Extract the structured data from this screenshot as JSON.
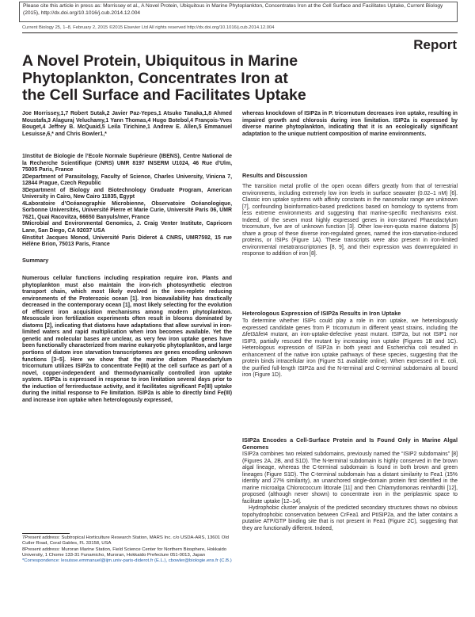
{
  "citation_notice": "Please cite this article in press as: Morrissey et al., A Novel Protein, Ubiquitous in Marine Phytoplankton, Concentrates Iron at the Cell Surface and Facilitates Uptake, Current Biology (2015), http://dx.doi.org/10.1016/j.cub.2014.12.004",
  "journal_line": "Current Biology 25, 1–8, February 2, 2015 ©2015 Elsevier Ltd All rights reserved    http://dx.doi.org/10.1016/j.cub.2014.12.004",
  "article_type": "Report",
  "title": "A Novel Protein, Ubiquitous in Marine Phytoplankton, Concentrates Iron at the Cell Surface and Facilitates Uptake",
  "authors": "Joe Morrissey,1,7 Robert Sutak,2 Javier Paz-Yepes,1 Atsuko Tanaka,1,8 Ahmed Moustafa,3 Alaguraj Veluchamy,1 Yann Thomas,4 Hugo Botebol,4 François-Yves Bouget,4 Jeffrey B. McQuaid,5 Leila Tirichine,1 Andrew E. Allen,5 Emmanuel Lesuisse,6,* and Chris Bowler1,*",
  "affiliations": [
    "1Institut de Biologie de l’Ecole Normale Supérieure (IBENS), Centre National de la Recherche Scientifique (CNRS) UMR 8197 INSERM U1024, 46 Rue d’Ulm, 75005 Paris, France",
    "2Department of Parasitology, Faculty of Science, Charles University, Vinicna 7, 12844 Prague, Czech Republic",
    "3Department of Biology and Biotechnology Graduate Program, American University in Cairo, New Cairo 11835, Egypt",
    "4Laboratoire d’Océanographie Microbienne, Observatoire Océanologique, Sorbonne Universités, Université Pierre et Marie Curie, Université Paris 06, UMR 7621, Quai Racovitza, 66650 Banyuls/mer, France",
    "5Microbial and Environmental Genomics, J. Craig Venter Institute, Capricorn Lane, San Diego, CA 92037 USA",
    "6Institut Jacques Monod, Université Paris Diderot & CNRS, UMR7592, 15 rue Hélène Brion, 75013 Paris, France"
  ],
  "summary_heading": "Summary",
  "summary": "Numerous cellular functions including respiration require iron. Plants and phytoplankton must also maintain the iron-rich photosynthetic electron transport chain, which most likely evolved in the iron-replete reducing environments of the Proterozoic ocean [1]. Iron bioavailability has drastically decreased in the contemporary ocean [1], most likely selecting for the evolution of efficient iron acquisition mechanisms among modern phytoplankton. Mesoscale iron fertilization experiments often result in blooms dominated by diatoms [2], indicating that diatoms have adaptations that allow survival in iron-limited waters and rapid multiplication when iron becomes available. Yet the genetic and molecular bases are unclear, as very few iron uptake genes have been functionally characterized from marine eukaryotic phytoplankton, and large portions of diatom iron starvation transcriptomes are genes encoding unknown functions [3–5]. Here we show that the marine diatom Phaeodactylum tricornutum utilizes ISIP2a to concentrate Fe(III) at the cell surface as part of a novel, copper-independent and thermodynamically controlled iron uptake system. ISIP2a is expressed in response to iron limitation several days prior to the induction of ferrireductase activity, and it facilitates significant Fe(III) uptake during the initial response to Fe limitation. ISIP2a is able to directly bind Fe(III) and increase iron uptake when heterologously expressed,",
  "footnotes": [
    "7Present address: Subtropical Horticulture Research Station, MARS Inc. c/o USDA-ARS, 13601 Old Cutler Road, Coral Gables, FL 33158, USA",
    "8Present address: Muroran Marine Station, Field Science Center for Northern Biosphere, Hokkaido University, 1 Chome 133-31 Funamicho, Muroran, Hokkaido Prefecture 051-0013, Japan",
    "*Correspondence: lesuisse.emmanuel@ijm.univ-paris-diderot.fr (E.L.), cbowler@biologie.ens.fr (C.B.)"
  ],
  "intro_continuation": "whereas knockdown of ISIP2a in P. tricornutum decreases iron uptake, resulting in impaired growth and chlorosis during iron limitation. ISIP2a is expressed by diverse marine phytoplankton, indicating that it is an ecologically significant adaptation to the unique nutrient composition of marine environments.",
  "results_heading": "Results and Discussion",
  "results_p1": "The transition metal profile of the open ocean differs greatly from that of terrestrial environments, including extremely low iron levels in surface seawater (0.02–1 nM) [6]. Classic iron uptake systems with affinity constants in the nanomolar range are unknown [7], confounding bioinformatics-based predictions based on homology to systems from less extreme environments and suggesting that marine-specific mechanisms exist. Indeed, of the seven most highly expressed genes in iron-starved Phaeodactylum tricornutum, five are of unknown function [3]. Other low-iron-quota marine diatoms [5] share a group of these diverse iron-regulated genes, named the iron-starvation-induced proteins, or ISIPs (Figure 1A). These transcripts were also present in iron-limited environmental metatranscriptomes [8, 9], and their expression was downregulated in response to addition of iron [8].",
  "hetero_heading": "Heterologous Expression of ISIP2a Results in Iron Uptake",
  "hetero_p": "To determine whether ISIPs could play a role in iron uptake, we heterologously expressed candidate genes from P. tricornutum in different yeast strains, including the Δfet3Δfet4 mutant, an iron-uptake-defective yeast mutant. ISIP2a, but not ISIP1 nor ISIP3, partially rescued the mutant by increasing iron uptake (Figures 1B and 1C). Heterologous expression of ISIP2a in both yeast and Escherichia coli resulted in enhancement of the native iron uptake pathways of these species, suggesting that the protein binds intracellular iron (Figure S1 available online). When expressed in E. coli, the purified full-length ISIP2a and the N-terminal and C-terminal subdomains all bound iron (Figure 1D).",
  "encodes_heading": "ISIP2a Encodes a Cell-Surface Protein and Is Found Only in Marine Algal Genomes",
  "encodes_p1": "ISIP2a combines two related subdomains, previously named the “ISIP2 subdomains” [8] (Figures 2A, 2B, and S1D). The N-terminal subdomain is highly conserved in the brown algal lineage, whereas the C-terminal subdomain is found in both brown and green lineages (Figure S1D). The C-terminal subdomain has a distant similarity to Fea1 (15% identity and 27% similarity), an unanchored single-domain protein first identified in the marine microalga Chlorococcum littorale [11] and then Chlamydomonas reinhardtii [12], proposed (although never shown) to concentrate iron in the periplasmic space to facilitate uptake [12–14].",
  "encodes_p2": "Hydrophobic cluster analysis of the predicted secondary structures shows no obvious topohydrophobic conservation between CrFea1 and PtISIP2a, and the latter contains a putative ATP/GTP binding site that is not present in Fea1 (Figure 2C), suggesting that they are functionally different. Indeed,"
}
